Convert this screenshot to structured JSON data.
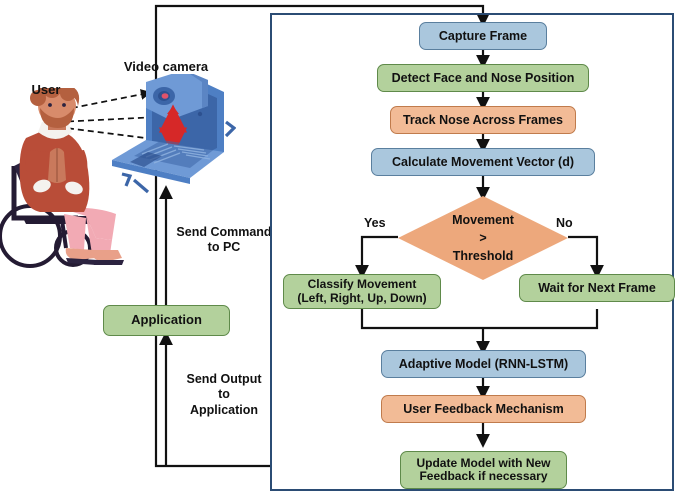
{
  "diagram": {
    "title": "Nose-tracking assistive control system flowchart",
    "colors": {
      "blue": "#aac7dd",
      "green": "#b3d19c",
      "orange": "#f2bb96",
      "diamond": "#eda87c",
      "panel_border": "#2b4c74",
      "connector": "#111111",
      "accent_red": "#d62828"
    }
  },
  "left_scene": {
    "user_label": "User",
    "camera_label": "Video camera",
    "application_box": "Application",
    "send_command_label": "Send Command\nto PC",
    "send_command_line1": "Send Command",
    "send_command_line2": "to PC",
    "send_output_line1": "Send Output",
    "send_output_line2": "to",
    "send_output_line3": "Application"
  },
  "flow": {
    "nodes": [
      {
        "id": "capture",
        "label": "Capture Frame",
        "color": "blue"
      },
      {
        "id": "detect",
        "label": "Detect Face and Nose Position",
        "color": "green"
      },
      {
        "id": "track",
        "label": "Track Nose Across Frames",
        "color": "orange"
      },
      {
        "id": "vector",
        "label": "Calculate Movement Vector (d)",
        "color": "blue"
      },
      {
        "id": "classify",
        "label": "Classify Movement\n(Left, Right, Up, Down)",
        "color": "green"
      },
      {
        "id": "wait",
        "label": "Wait for Next Frame",
        "color": "green"
      },
      {
        "id": "adaptive",
        "label": "Adaptive Model (RNN-LSTM)",
        "color": "blue"
      },
      {
        "id": "feedback",
        "label": "User Feedback Mechanism",
        "color": "orange"
      },
      {
        "id": "update",
        "label": "Update Model with New\nFeedback if necessary",
        "color": "green"
      }
    ],
    "classify_line1": "Classify Movement",
    "classify_line2": "(Left, Right, Up, Down)",
    "update_line1": "Update Model with New",
    "update_line2": "Feedback if necessary",
    "decision": {
      "line1": "Movement",
      "line2": ">",
      "line3": "Threshold",
      "yes_label": "Yes",
      "no_label": "No"
    }
  }
}
